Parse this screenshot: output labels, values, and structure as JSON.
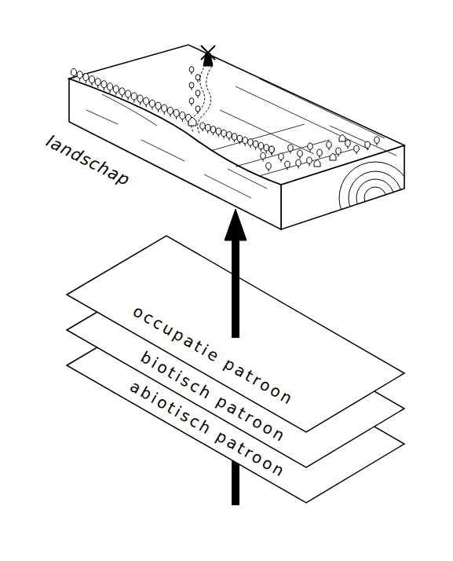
{
  "diagram": {
    "nodes": [
      {
        "text": [
          "landschap"
        ]
      },
      {
        "text": [
          "occupatie patroon"
        ]
      },
      {
        "text": [
          "biotisch patroon"
        ]
      },
      {
        "text": [
          "abiotisch patroon"
        ]
      }
    ],
    "edges": [
      {
        "from": 1,
        "to": 0,
        "arrow": "to"
      }
    ]
  }
}
